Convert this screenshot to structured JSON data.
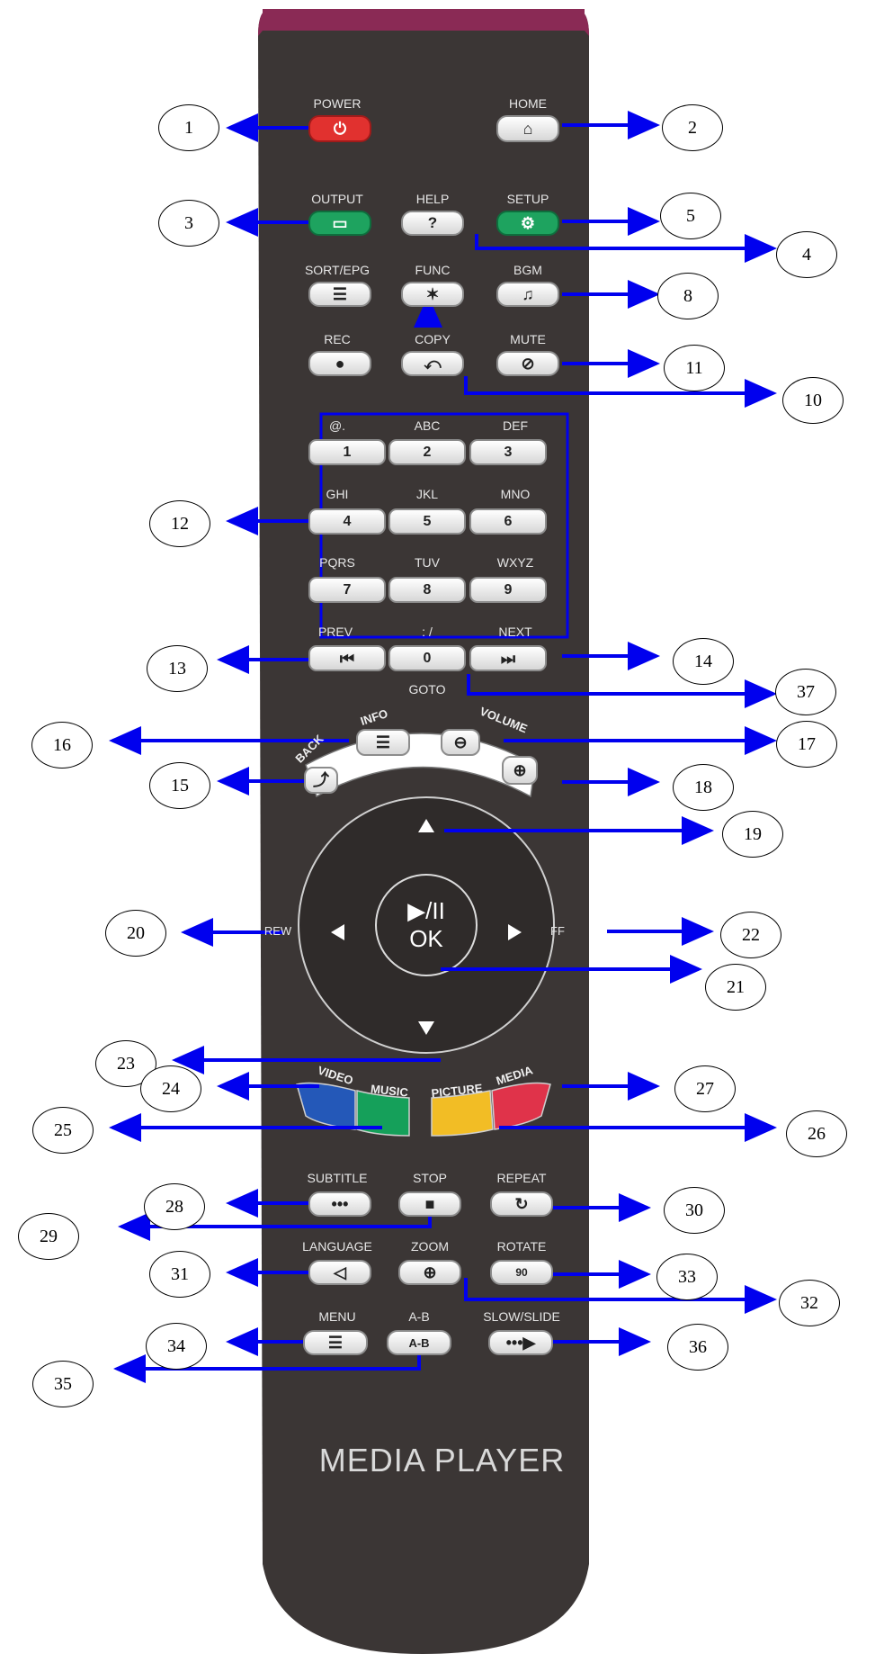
{
  "brand": "MEDIA PLAYER",
  "buttons": {
    "power": "POWER",
    "home": "HOME",
    "output": "OUTPUT",
    "help": "HELP",
    "help_glyph": "?",
    "setup": "SETUP",
    "sort_epg": "SORT/EPG",
    "func": "FUNC",
    "bgm": "BGM",
    "rec": "REC",
    "copy": "COPY",
    "mute": "MUTE",
    "prev": "PREV",
    "next": "NEXT",
    "goto": "GOTO",
    "slash": ": /",
    "back": "BACK",
    "info": "INFO",
    "volume": "VOLUME",
    "rew": "REW",
    "ff": "FF",
    "play_pause": "▶/II",
    "ok": "OK",
    "video": "VIDEO",
    "music": "MUSIC",
    "picture": "PICTURE",
    "media": "MEDIA",
    "subtitle": "SUBTITLE",
    "stop": "STOP",
    "repeat": "REPEAT",
    "language": "LANGUAGE",
    "zoom": "ZOOM",
    "rotate": "ROTATE",
    "rotate_glyph": "90",
    "menu": "MENU",
    "ab": "A-B",
    "ab_glyph": "A-B",
    "slow_slide": "SLOW/SLIDE"
  },
  "keypad": {
    "labels": [
      "@.",
      "ABC",
      "DEF",
      "GHI",
      "JKL",
      "MNO",
      "PQRS",
      "TUV",
      "WXYZ"
    ],
    "digits": [
      "1",
      "2",
      "3",
      "4",
      "5",
      "6",
      "7",
      "8",
      "9",
      "0"
    ]
  },
  "callouts": [
    "1",
    "2",
    "3",
    "4",
    "5",
    "8",
    "10",
    "11",
    "12",
    "13",
    "14",
    "15",
    "16",
    "17",
    "18",
    "19",
    "20",
    "21",
    "22",
    "23",
    "24",
    "25",
    "26",
    "27",
    "28",
    "29",
    "30",
    "31",
    "32",
    "33",
    "34",
    "35",
    "36",
    "37"
  ],
  "colors": {
    "body": "#3a3533",
    "top_band": "#8a2a55",
    "power": "#e1312f",
    "green": "#1ea35f",
    "arrow": "#0000ee",
    "video": "#2458b8",
    "music": "#15a05a",
    "picture": "#f2bd25",
    "media": "#e0334a"
  }
}
